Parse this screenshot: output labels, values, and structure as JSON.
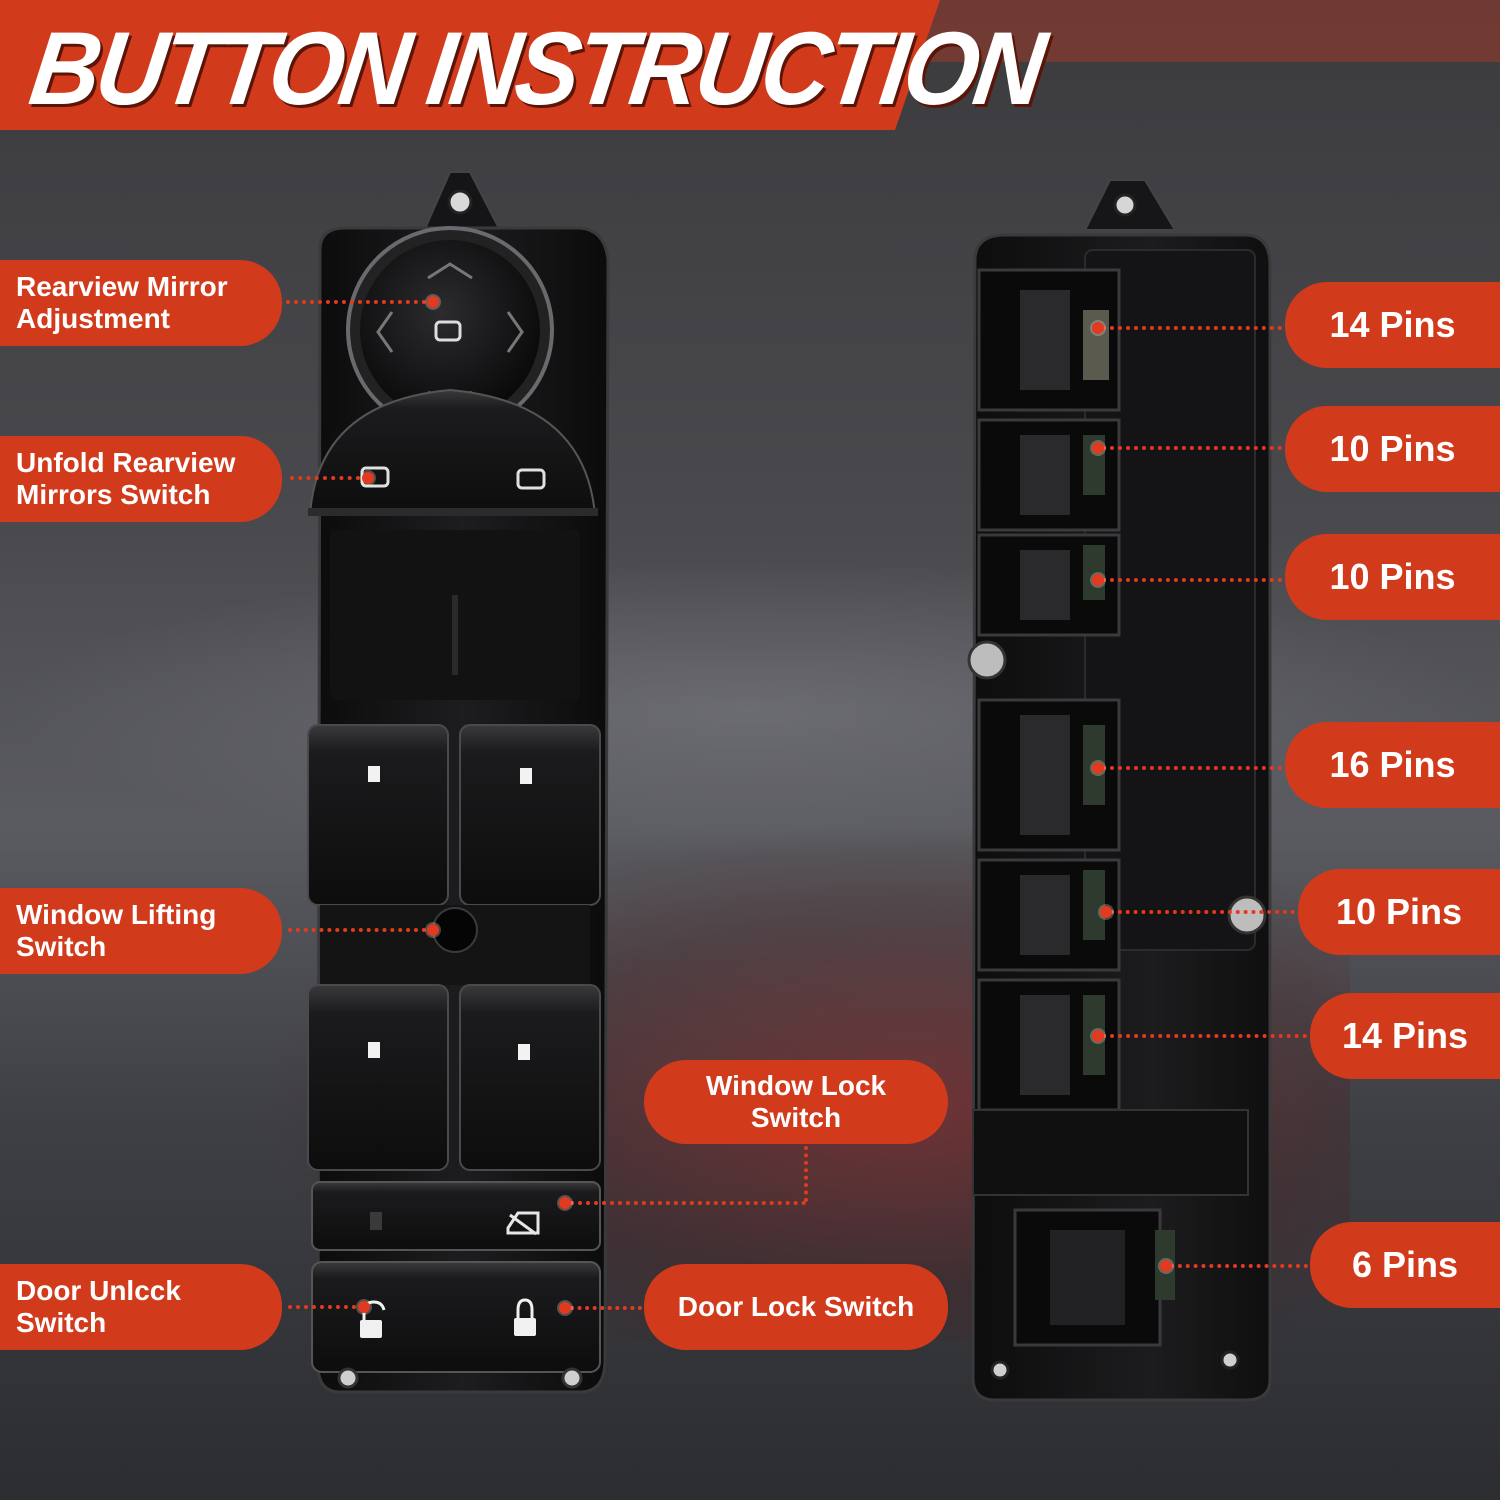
{
  "header": {
    "title": "BUTTON INSTRUCTION",
    "accent_color": "#d23a1c"
  },
  "front_labels": [
    {
      "id": "mirror_adjust",
      "text": "Rearview Mirror\nAdjustment"
    },
    {
      "id": "unfold_mirrors",
      "text": "Unfold Rearview\nMirrors Switch"
    },
    {
      "id": "window_lifting",
      "text": "Window Lifting\nSwitch"
    },
    {
      "id": "window_lock",
      "text": "Window Lock\nSwitch"
    },
    {
      "id": "door_unlock",
      "text": "Door Unlcck\nSwitch"
    },
    {
      "id": "door_lock",
      "text": "Door Lock Switch"
    }
  ],
  "pin_labels": [
    {
      "text": "14 Pins"
    },
    {
      "text": "10 Pins"
    },
    {
      "text": "10 Pins"
    },
    {
      "text": "16 Pins"
    },
    {
      "text": "10 Pins"
    },
    {
      "text": "14 Pins"
    },
    {
      "text": "6 Pins"
    }
  ],
  "icons": {
    "mirror_joystick": "mirror-adjust-icon",
    "fold_mirror": "fold-mirror-icon",
    "unfold_mirror": "unfold-mirror-icon",
    "window_lock": "window-lock-icon",
    "unlock": "unlock-padlock-icon",
    "lock": "lock-padlock-icon"
  }
}
